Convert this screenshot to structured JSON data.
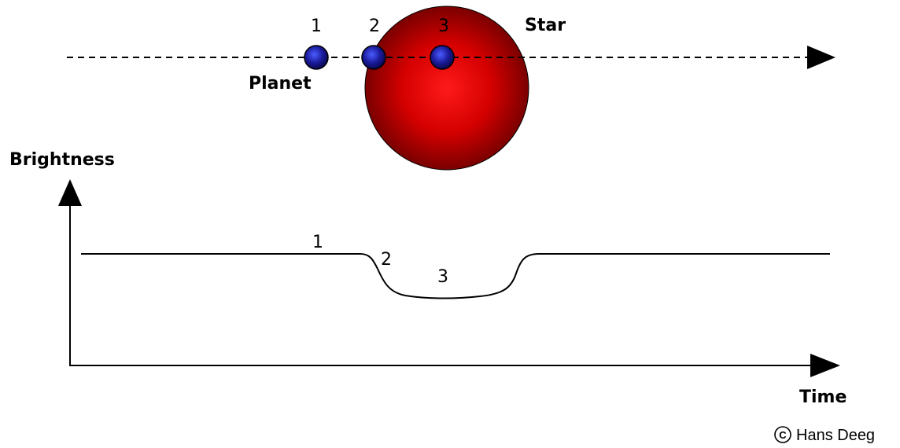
{
  "diagram": {
    "star_label": "Star",
    "planet_label": "Planet",
    "positions": [
      "1",
      "2",
      "3"
    ],
    "axis_y_label": "Brightness",
    "axis_x_label": "Time",
    "copyright_symbol": "©",
    "credit": "Hans Deeg"
  },
  "colors": {
    "star": "#cc0000",
    "star_core": "#ff1a1a",
    "star_edge": "#7a0000",
    "planet": "#1a1a9a",
    "planet_highlight": "#4a5cff",
    "line": "#000000"
  }
}
